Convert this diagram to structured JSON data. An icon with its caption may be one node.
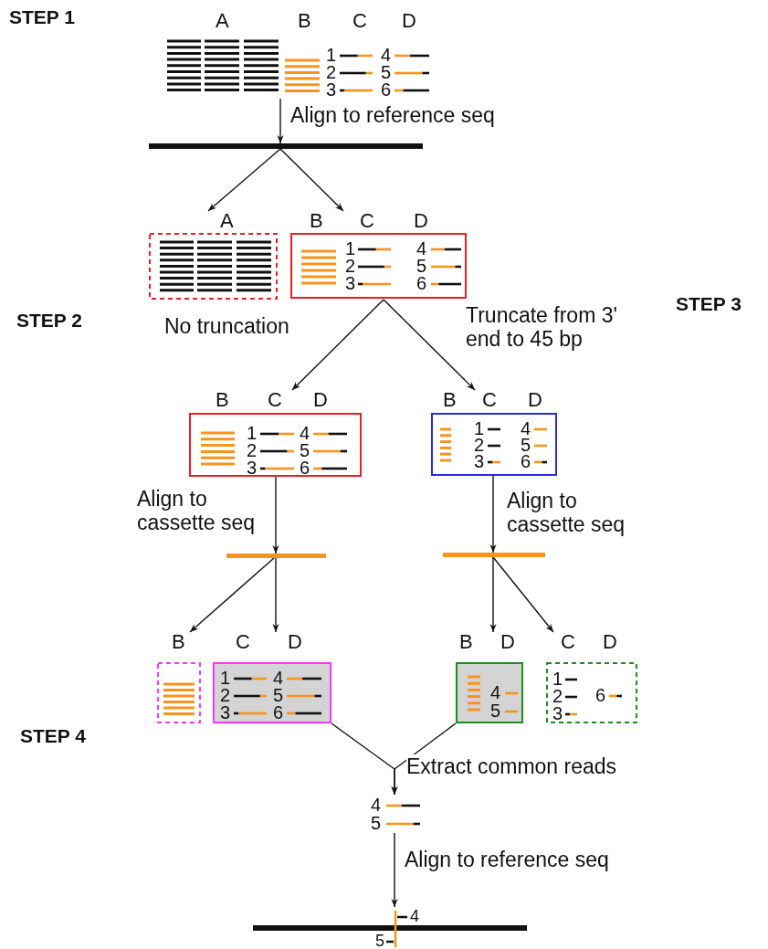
{
  "diagram": {
    "nodes": [
      {
        "text": [
          "A",
          "B",
          "C",
          "D",
          "1",
          "4",
          "2",
          "5",
          "3",
          "6"
        ]
      },
      {
        "text": [],
        "shape": "bar"
      },
      {
        "text": [
          "A"
        ]
      },
      {
        "text": [
          "B",
          "C",
          "D",
          "1",
          "4",
          "2",
          "5",
          "3",
          "6"
        ]
      },
      {
        "text": [
          "B",
          "C",
          "D",
          "1",
          "4",
          "2",
          "5",
          "3",
          "6"
        ]
      },
      {
        "text": [
          "B",
          "C",
          "D",
          "1",
          "4",
          "2",
          "5",
          "3",
          "6"
        ]
      },
      {
        "text": [],
        "shape": "bar"
      },
      {
        "text": [],
        "shape": "bar"
      },
      {
        "text": [
          "B"
        ]
      },
      {
        "text": [
          "C",
          "D",
          "1",
          "4",
          "2",
          "5",
          "3",
          "6"
        ]
      },
      {
        "text": [
          "B",
          "D",
          "4",
          "5"
        ]
      },
      {
        "text": [
          "C",
          "D",
          "1",
          "2",
          "3",
          "6"
        ]
      },
      {
        "text": [
          "4",
          "5"
        ]
      },
      {
        "text": [
          "4",
          "5"
        ]
      }
    ],
    "edges": [
      {
        "from": 0,
        "to": 1,
        "arrow": "to",
        "label": "Align to reference seq"
      },
      {
        "from": 1,
        "to": 2,
        "arrow": "to"
      },
      {
        "from": 1,
        "to": 3,
        "arrow": "to"
      },
      {
        "from": 3,
        "to": 4,
        "arrow": "to",
        "label": "No truncation"
      },
      {
        "from": 3,
        "to": 5,
        "arrow": "to",
        "label": "Truncate from 3' end to 45 bp"
      },
      {
        "from": 4,
        "to": 6,
        "arrow": "to",
        "label": "Align to cassette seq"
      },
      {
        "from": 5,
        "to": 7,
        "arrow": "to",
        "label": "Align to cassette seq"
      },
      {
        "from": 6,
        "to": 8,
        "arrow": "to"
      },
      {
        "from": 6,
        "to": 9,
        "arrow": "to"
      },
      {
        "from": 7,
        "to": 10,
        "arrow": "to"
      },
      {
        "from": 7,
        "to": 11,
        "arrow": "to"
      },
      {
        "from": 9,
        "to": 12,
        "arrow": "to",
        "label": "Extract common reads"
      },
      {
        "from": 10,
        "to": 12,
        "arrow": "to"
      },
      {
        "from": 12,
        "to": 13,
        "arrow": "to",
        "label": "Align to reference seq"
      }
    ],
    "labels": [
      "STEP 1",
      "STEP 3",
      "STEP 2",
      "STEP 4"
    ]
  }
}
